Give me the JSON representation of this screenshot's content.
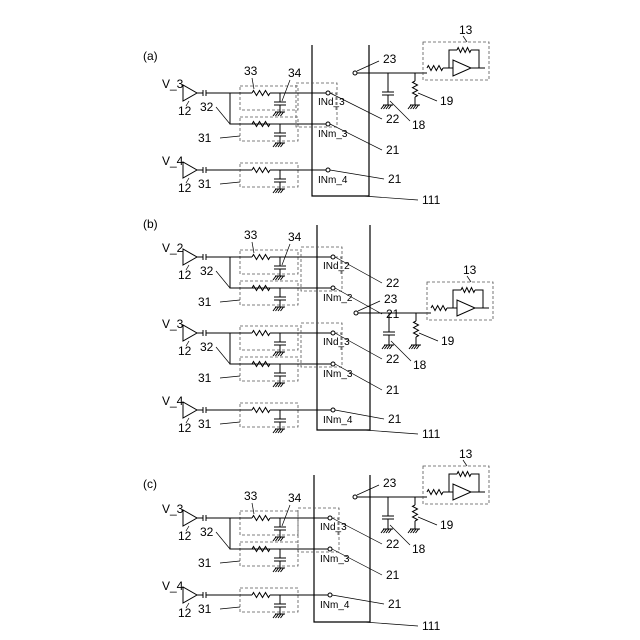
{
  "panels": [
    {
      "id": "a",
      "label": "(a)",
      "amp_ref": "13",
      "node_ref": "23",
      "cap_ref": "18",
      "res_ref": "19",
      "connector_ref": "111",
      "channels": [
        {
          "name": "V_3",
          "buffer_ref": "12",
          "paired": true,
          "res_ref": "33",
          "cap_ref": "34",
          "split_ref": "32",
          "block_ref": "31",
          "port_d": "INd_3",
          "port_m": "INm_3",
          "ref_d": "22",
          "ref_m": "21"
        },
        {
          "name": "V_4",
          "buffer_ref": "12",
          "paired": false,
          "block_ref": "31",
          "port_m": "INm_4",
          "ref_m": "21"
        }
      ]
    },
    {
      "id": "b",
      "label": "(b)",
      "amp_ref": "13",
      "node_ref": "23",
      "cap_ref": "18",
      "res_ref": "19",
      "connector_ref": "111",
      "channels": [
        {
          "name": "V_2",
          "buffer_ref": "12",
          "paired": true,
          "res_ref": "33",
          "cap_ref": "34",
          "split_ref": "32",
          "block_ref": "31",
          "port_d": "INd_2",
          "port_m": "INm_2",
          "ref_d": "22",
          "ref_m": "21"
        },
        {
          "name": "V_3",
          "buffer_ref": "12",
          "paired": true,
          "res_ref": "",
          "cap_ref": "",
          "split_ref": "32",
          "block_ref": "31",
          "port_d": "INd_3",
          "port_m": "INm_3",
          "ref_d": "22",
          "ref_m": "21"
        },
        {
          "name": "V_4",
          "buffer_ref": "12",
          "paired": false,
          "block_ref": "31",
          "port_m": "INm_4",
          "ref_m": "21"
        }
      ]
    },
    {
      "id": "c",
      "label": "(c)",
      "amp_ref": "13",
      "node_ref": "23",
      "cap_ref": "18",
      "res_ref": "19",
      "connector_ref": "111",
      "channels": [
        {
          "name": "V_3",
          "buffer_ref": "12",
          "paired": true,
          "res_ref": "33",
          "cap_ref": "34",
          "split_ref": "32",
          "block_ref": "31",
          "port_d": "INd_3",
          "port_m": "INm_3",
          "ref_d": "22",
          "ref_m": "21"
        },
        {
          "name": "V_4",
          "buffer_ref": "12",
          "paired": false,
          "block_ref": "31",
          "port_m": "INm_4",
          "ref_m": "21"
        }
      ]
    }
  ]
}
